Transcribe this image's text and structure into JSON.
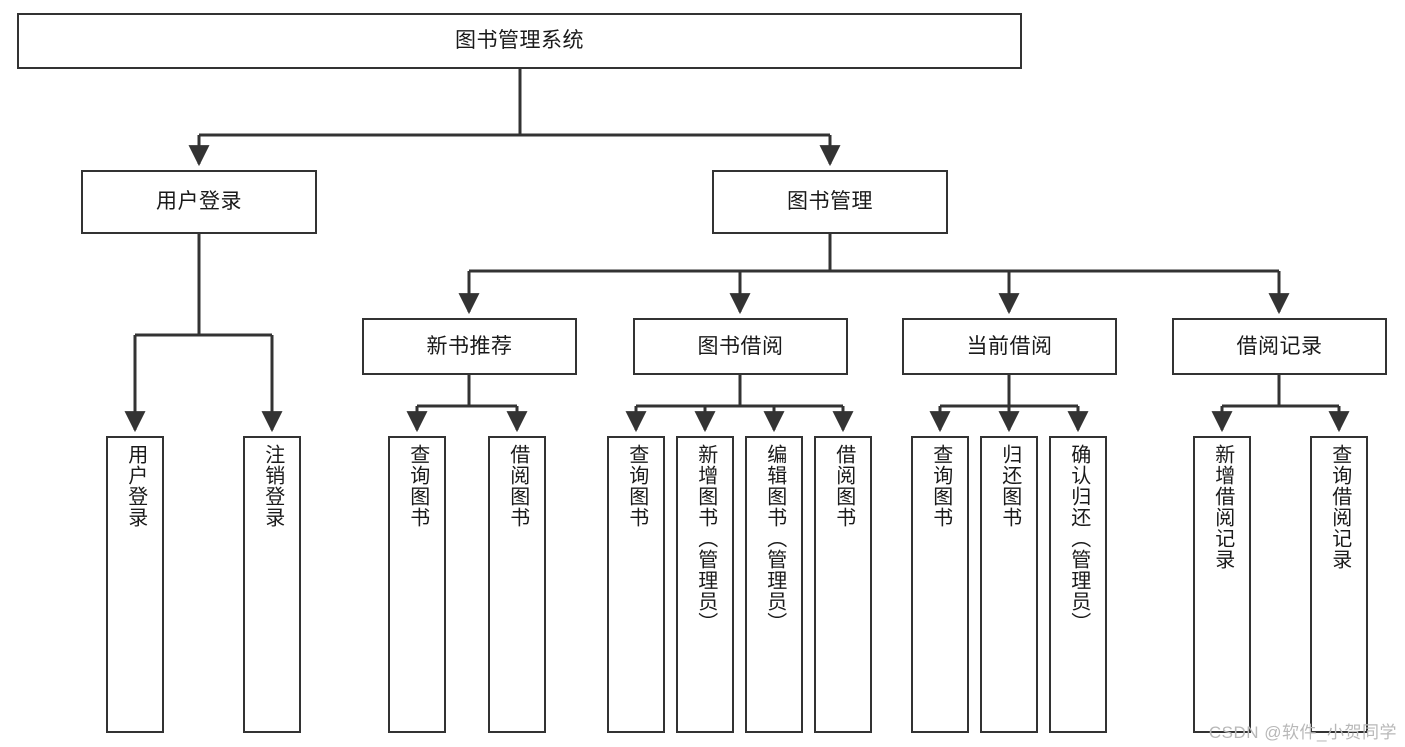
{
  "diagram": {
    "type": "tree-hierarchy-chart",
    "title_node": {
      "label": "图书管理系统"
    },
    "level2": [
      {
        "id": "user-login",
        "label": "用户登录"
      },
      {
        "id": "book-management",
        "label": "图书管理"
      }
    ],
    "level3": [
      {
        "id": "new-book-recommend",
        "label": "新书推荐"
      },
      {
        "id": "book-borrow",
        "label": "图书借阅"
      },
      {
        "id": "current-borrow",
        "label": "当前借阅"
      },
      {
        "id": "borrow-record",
        "label": "借阅记录"
      }
    ],
    "leaves": {
      "user_login": [
        {
          "id": "leaf-user-login",
          "label": "用户登录"
        },
        {
          "id": "leaf-logout-login",
          "label": "注销登录"
        }
      ],
      "new_book_recommend": [
        {
          "id": "leaf-query-book-1",
          "label": "查询图书"
        },
        {
          "id": "leaf-borrow-book-1",
          "label": "借阅图书"
        }
      ],
      "book_borrow": [
        {
          "id": "leaf-query-book-2",
          "label": "查询图书"
        },
        {
          "id": "leaf-add-book",
          "label": "新增图书（管理员）"
        },
        {
          "id": "leaf-edit-book",
          "label": "编辑图书（管理员）"
        },
        {
          "id": "leaf-borrow-book-2",
          "label": "借阅图书"
        }
      ],
      "current_borrow": [
        {
          "id": "leaf-query-book-3",
          "label": "查询图书"
        },
        {
          "id": "leaf-return-book",
          "label": "归还图书"
        },
        {
          "id": "leaf-confirm-return",
          "label": "确认归还（管理员）"
        }
      ],
      "borrow_record": [
        {
          "id": "leaf-add-borrow-record",
          "label": "新增借阅记录"
        },
        {
          "id": "leaf-query-borrow-record",
          "label": "查询借阅记录"
        }
      ]
    },
    "watermark": "CSDN @软件_小贺同学",
    "colors": {
      "box_border": "#333333",
      "box_fill": "#ffffff",
      "connector": "#333333",
      "text": "#1a1a1a",
      "watermark": "#b8b8b8",
      "background": "#ffffff"
    }
  }
}
